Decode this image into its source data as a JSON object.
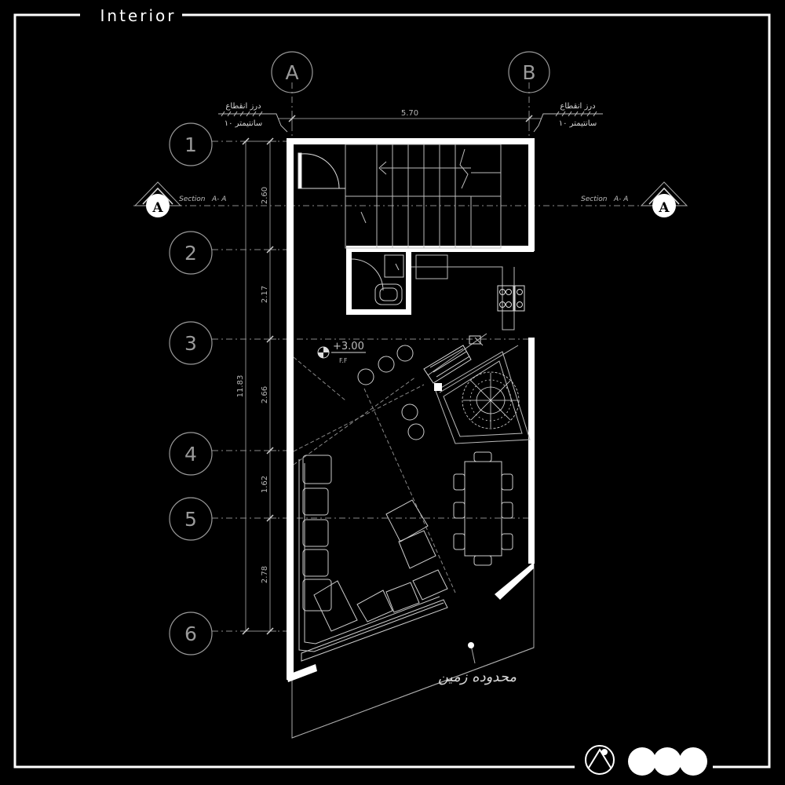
{
  "sheet": {
    "title": "Interior"
  },
  "grid": {
    "columns": [
      {
        "label": "A"
      },
      {
        "label": "B"
      }
    ],
    "rows": [
      {
        "label": "1"
      },
      {
        "label": "2"
      },
      {
        "label": "3"
      },
      {
        "label": "4"
      },
      {
        "label": "5"
      },
      {
        "label": "6"
      }
    ]
  },
  "dimensions": {
    "width": "5.70",
    "total_height": "11.83",
    "segments": [
      "2.60",
      "2.17",
      "2.66",
      "1.62",
      "2.78"
    ]
  },
  "section": {
    "label": "Section   A- A",
    "marker": "A"
  },
  "expansion_joint": {
    "line1": "درز انقطاع",
    "line2": "۱۰ سانتیمتر"
  },
  "level": {
    "value": "+3.00",
    "code": "F.F"
  },
  "site_boundary": {
    "label": "محدوده زمین"
  },
  "colors": {
    "background": "#000000",
    "lines": "#ffffff",
    "dim_lines": "#8a8a8a"
  }
}
